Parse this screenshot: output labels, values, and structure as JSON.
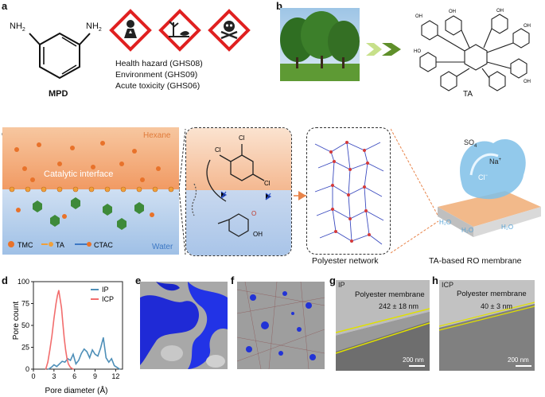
{
  "panels": {
    "a": "a",
    "b": "b",
    "c": "c",
    "d": "d",
    "e": "e",
    "f": "f",
    "g": "g",
    "h": "h"
  },
  "panel_a": {
    "molecule": "MPD",
    "nh2": "NH",
    "sub2": "2",
    "hazards": [
      "Health hazard (GHS08)",
      "Environment (GHS09)",
      "Acute toxicity (GHS06)"
    ]
  },
  "panel_b": {
    "molecule": "TA",
    "oh": "OH",
    "ho": "HO"
  },
  "panel_c": {
    "hexane": "Hexane",
    "interface": "Catalytic interface",
    "water": "Water",
    "legend": [
      "TMC",
      "TA",
      "CTAC"
    ],
    "ta_tag": "TA",
    "network": "Polyester network",
    "membrane": "TA-based RO membrane",
    "ions": {
      "so4": "SO",
      "so4_sub": "4",
      "na": "Na",
      "na_sup": "+",
      "cl": "Cl",
      "cl_sup": "−",
      "h2o": "H₂O"
    },
    "cl_atom": "Cl",
    "o_atom": "O",
    "oh_atom": "OH"
  },
  "chart_data": {
    "type": "line",
    "xlabel": "Pore diameter (Å)",
    "ylabel": "Pore count",
    "xlim": [
      0,
      13
    ],
    "ylim": [
      0,
      100
    ],
    "xticks": [
      0,
      3,
      6,
      9,
      12
    ],
    "yticks": [
      0,
      25,
      50,
      75,
      100
    ],
    "legend_position": "top-right",
    "series": [
      {
        "name": "IP",
        "color": "#4e8fb8",
        "x": [
          2.2,
          2.6,
          3.0,
          3.4,
          3.8,
          4.2,
          4.6,
          5.0,
          5.4,
          5.8,
          6.2,
          6.6,
          7.0,
          7.4,
          7.8,
          8.2,
          8.6,
          9.0,
          9.4,
          9.8,
          10.2,
          10.6,
          11.0,
          11.4,
          11.8,
          12.2,
          12.6
        ],
        "y": [
          0,
          2,
          5,
          3,
          6,
          9,
          8,
          12,
          10,
          17,
          6,
          10,
          18,
          23,
          20,
          13,
          22,
          17,
          15,
          24,
          36,
          13,
          8,
          12,
          4,
          2,
          0
        ]
      },
      {
        "name": "ICP",
        "color": "#f26d6d",
        "x": [
          1.8,
          2.1,
          2.4,
          2.7,
          3.0,
          3.3,
          3.5,
          3.7,
          3.9,
          4.1,
          4.3,
          4.5,
          4.7,
          4.9,
          5.1,
          5.4,
          5.8
        ],
        "y": [
          0,
          8,
          22,
          38,
          58,
          75,
          84,
          90,
          80,
          70,
          52,
          35,
          22,
          12,
          6,
          2,
          0
        ]
      }
    ]
  },
  "panel_g": {
    "tag": "IP",
    "title": "Polyester membrane",
    "thickness": "242 ± 18 nm",
    "scale": "200 nm"
  },
  "panel_h": {
    "tag": "ICP",
    "title": "Polyester membrane",
    "thickness": "40 ± 3 nm",
    "scale": "200 nm"
  },
  "colors": {
    "ip": "#4e8fb8",
    "icp": "#f26d6d",
    "hexane": "#f0a878",
    "water": "#8fb3dd",
    "ghs_red": "#e02020",
    "arrow_green": "#8bbf3a"
  }
}
